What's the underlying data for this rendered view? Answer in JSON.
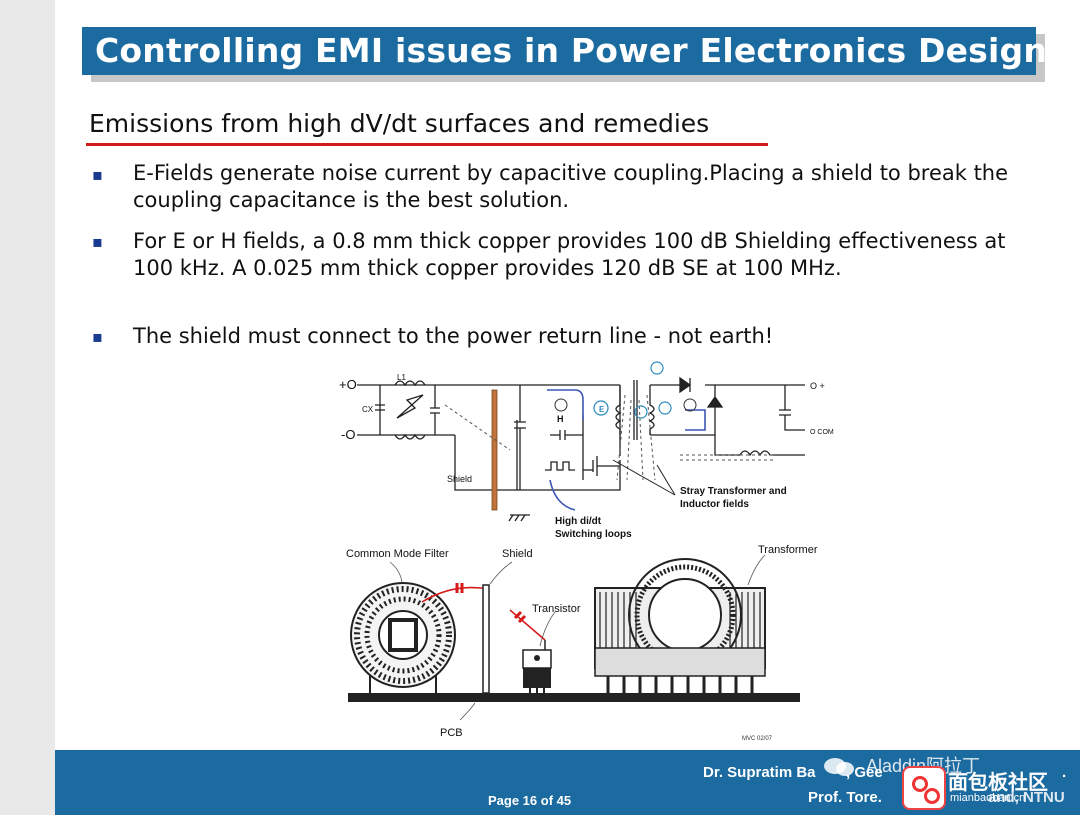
{
  "title": "Controlling EMI issues in Power Electronics  Designs",
  "subtitle": "Emissions from high dV/dt surfaces and remedies",
  "bullets": [
    "E-Fields generate noise current by capacitive coupling.Placing a shield to break the coupling capacitance is the best solution.",
    "For E or H fields, a 0.8 mm thick copper provides 100 dB Shielding effectiveness at 100 kHz. A 0.025 mm thick copper provides 120 dB SE at 100 MHz.",
    "The shield must connect to the power return line - not earth!"
  ],
  "bullet_glyph": "▪",
  "circuit": {
    "plus": "+O",
    "minus": "-O",
    "l1": "L1",
    "cx": "CX",
    "shield": "Shield",
    "h": "H",
    "e": "E",
    "out_plus": "O +",
    "out_com": "O COM",
    "di_dt": "High di/dt",
    "switching": "Switching loops",
    "stray1": "Stray Transformer and",
    "stray2": "Inductor fields"
  },
  "mechanical": {
    "cmf": "Common Mode Filter",
    "shield": "Shield",
    "transistor": "Transistor",
    "transformer": "Transformer",
    "pcb": "PCB",
    "code": "MVC 02/07"
  },
  "footer": {
    "author1": "Dr. Supratim Ba",
    "author1_tail": ", Gee",
    "author1_end": ".",
    "author2": "Prof. Tore.",
    "author2_end": "and, NTNU",
    "page": "Page 16 of 45"
  },
  "watermark": {
    "name": "Aladdin阿拉丁",
    "site": "面包板社区",
    "url": "mianbaoban.cn"
  },
  "colors": {
    "title_bg": "#1b6aa0",
    "rule": "#d11a1a",
    "bullet": "#1a3a8f",
    "footer_bg": "#1b6aa0"
  }
}
